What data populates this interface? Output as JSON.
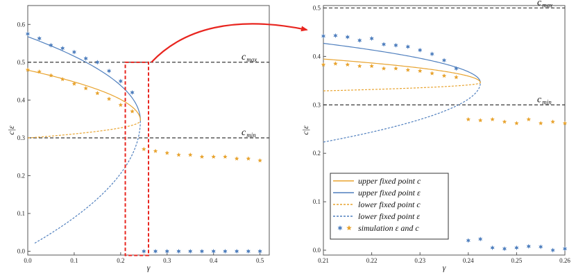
{
  "colors": {
    "orange": "#e8a32e",
    "blue": "#4f7fbe",
    "red": "#e8251f",
    "dash_black": "#222222"
  },
  "chart_data": [
    {
      "type": "line",
      "panel": "left",
      "xlabel": "γ",
      "ylabel": "c|ε",
      "xlim": [
        0,
        0.52
      ],
      "ylim": [
        -0.01,
        0.65
      ],
      "xticks": [
        "0.0",
        "0.1",
        "0.2",
        "0.3",
        "0.4",
        "0.5"
      ],
      "yticks": [
        "0.0",
        "0.1",
        "0.2",
        "0.3",
        "0.4",
        "0.5",
        "0.6"
      ],
      "hlines": [
        {
          "label_main": "c",
          "label_sub": "max",
          "y": 0.5
        },
        {
          "label_main": "c",
          "label_sub": "min",
          "y": 0.3
        }
      ],
      "fixed_points": {
        "a": 0.2625,
        "b": 0.2,
        "gamma_end": 0.2425,
        "joint": 0.3458
      },
      "curves": [
        {
          "name": "upper fixed point ε",
          "branch": "eps_upper",
          "x_start": 0.0
        },
        {
          "name": "upper fixed point c",
          "branch": "c_upper",
          "x_start": 0.0
        },
        {
          "name": "lower fixed point c",
          "branch": "c_lower",
          "x_start": 0.0
        },
        {
          "name": "lower fixed point ε",
          "branch": "eps_lower",
          "x_start": 0.015
        }
      ],
      "scatter_eps": {
        "x": [
          0.0,
          0.025,
          0.05,
          0.075,
          0.1,
          0.125,
          0.15,
          0.175,
          0.2,
          0.225,
          0.25,
          0.275,
          0.3,
          0.325,
          0.35,
          0.375,
          0.4,
          0.425,
          0.45,
          0.475,
          0.5
        ],
        "y": [
          0.575,
          0.563,
          0.545,
          0.537,
          0.527,
          0.51,
          0.5,
          0.477,
          0.45,
          0.42,
          0.0,
          0.0,
          0.0,
          0.0,
          0.0,
          0.0,
          0.0,
          0.0,
          0.0,
          0.0,
          0.0
        ]
      },
      "scatter_c": {
        "x": [
          0.0,
          0.025,
          0.05,
          0.075,
          0.1,
          0.125,
          0.15,
          0.175,
          0.2,
          0.225,
          0.25,
          0.275,
          0.3,
          0.325,
          0.35,
          0.375,
          0.4,
          0.425,
          0.45,
          0.475,
          0.5
        ],
        "y": [
          0.48,
          0.475,
          0.465,
          0.455,
          0.443,
          0.431,
          0.418,
          0.403,
          0.387,
          0.37,
          0.27,
          0.265,
          0.26,
          0.255,
          0.255,
          0.25,
          0.25,
          0.25,
          0.245,
          0.245,
          0.24
        ]
      },
      "zoom_box": {
        "x": [
          0.21,
          0.26
        ],
        "y": [
          0.0,
          0.5
        ]
      }
    },
    {
      "type": "line",
      "panel": "right",
      "xlabel": "γ",
      "ylabel": "c|ε",
      "xlim": [
        0.21,
        0.26
      ],
      "ylim": [
        -0.01,
        0.505
      ],
      "xticks": [
        "0.21",
        "0.22",
        "0.23",
        "0.24",
        "0.25",
        "0.26"
      ],
      "yticks": [
        "0.0",
        "0.1",
        "0.2",
        "0.3",
        "0.4",
        "0.5"
      ],
      "hlines": [
        {
          "label_main": "c",
          "label_sub": "max",
          "y": 0.5
        },
        {
          "label_main": "c",
          "label_sub": "min",
          "y": 0.3
        }
      ],
      "scatter_eps": {
        "x": [
          0.21,
          0.2125,
          0.215,
          0.2175,
          0.22,
          0.2225,
          0.225,
          0.2275,
          0.23,
          0.2325,
          0.235,
          0.2375,
          0.24,
          0.2425,
          0.245,
          0.2475,
          0.25,
          0.2525,
          0.255,
          0.2575,
          0.26
        ],
        "y": [
          0.442,
          0.443,
          0.44,
          0.433,
          0.437,
          0.425,
          0.423,
          0.42,
          0.413,
          0.405,
          0.392,
          0.375,
          0.02,
          0.023,
          0.005,
          0.003,
          0.005,
          0.008,
          0.007,
          0.0,
          0.003
        ]
      },
      "scatter_c": {
        "x": [
          0.21,
          0.2125,
          0.215,
          0.2175,
          0.22,
          0.2225,
          0.225,
          0.2275,
          0.23,
          0.2325,
          0.235,
          0.2375,
          0.24,
          0.2425,
          0.245,
          0.2475,
          0.25,
          0.2525,
          0.255,
          0.2575,
          0.26
        ],
        "y": [
          0.383,
          0.385,
          0.383,
          0.38,
          0.38,
          0.375,
          0.375,
          0.372,
          0.37,
          0.365,
          0.36,
          0.357,
          0.27,
          0.268,
          0.27,
          0.265,
          0.262,
          0.27,
          0.262,
          0.265,
          0.262
        ]
      },
      "legend": {
        "placement": "bottom-left",
        "entries": [
          {
            "label": "upper fixed point c",
            "style": "solid",
            "color": "orange"
          },
          {
            "label": "upper fixed point ε",
            "style": "solid",
            "color": "blue"
          },
          {
            "label": "lower fixed point c",
            "style": "dashed",
            "color": "orange"
          },
          {
            "label": "lower fixed point ε",
            "style": "dashed",
            "color": "blue"
          },
          {
            "label": "simulation ε and c",
            "style": "stars",
            "color": "both"
          }
        ]
      }
    }
  ]
}
